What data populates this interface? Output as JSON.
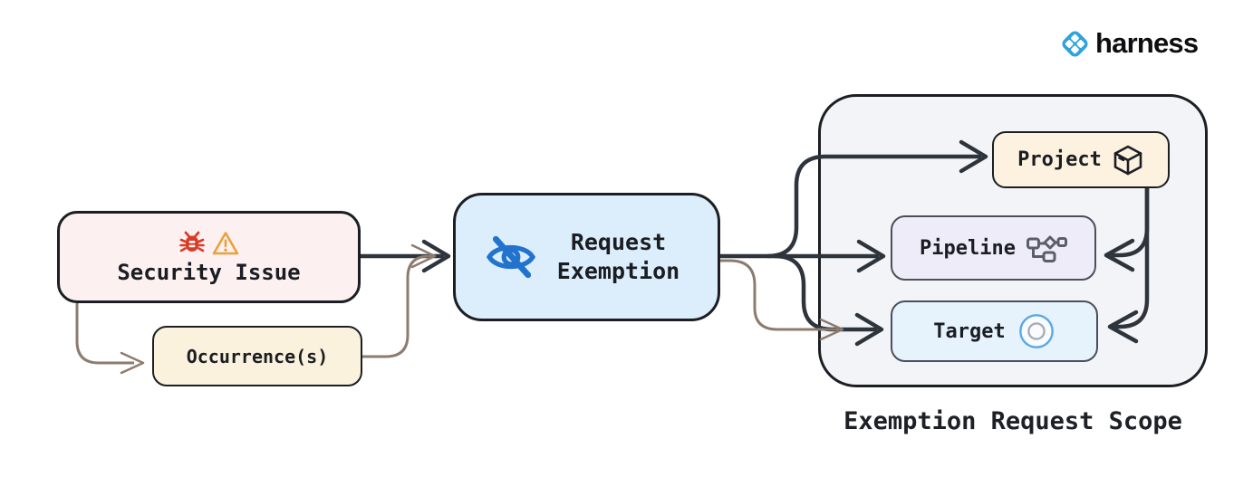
{
  "header": {
    "brand": "harness"
  },
  "diagram": {
    "nodes": {
      "security_issue": {
        "label": "Security Issue",
        "icons": [
          "bug-icon",
          "warning-icon"
        ]
      },
      "occurrences": {
        "label": "Occurrence(s)"
      },
      "request_exemption": {
        "label": "Request Exemption",
        "icon": "eye-off-icon"
      },
      "project": {
        "label": "Project",
        "icon": "package-icon"
      },
      "pipeline": {
        "label": "Pipeline",
        "icon": "pipeline-icon"
      },
      "target": {
        "label": "Target",
        "icon": "target-icon"
      }
    },
    "scope_caption": "Exemption Request Scope",
    "edges": [
      {
        "from": "security_issue",
        "to": "request_exemption",
        "color": "dark"
      },
      {
        "from": "security_issue",
        "to": "occurrences",
        "color": "brown"
      },
      {
        "from": "occurrences",
        "to": "request_exemption",
        "color": "brown"
      },
      {
        "from": "request_exemption",
        "to": "project",
        "color": "dark"
      },
      {
        "from": "request_exemption",
        "to": "pipeline",
        "color": "dark"
      },
      {
        "from": "request_exemption",
        "to": "target",
        "color": "dark"
      },
      {
        "from": "occurrences",
        "to": "target",
        "color": "brown"
      },
      {
        "from": "project",
        "to": "pipeline",
        "color": "dark"
      },
      {
        "from": "project",
        "to": "target",
        "color": "dark"
      }
    ]
  },
  "colors": {
    "arrow_dark": "#2e343c",
    "arrow_brown": "#8d7b6f",
    "border_dark": "#1b1e23",
    "border_gray": "#4a4f5a",
    "fill_security": "#fcf1f0",
    "fill_occurrence": "#fbf2de",
    "fill_exemption": "#dcedfb",
    "fill_project": "#fdf2e0",
    "fill_pipeline": "#efecf9",
    "fill_target": "#e6f3fd",
    "fill_scope": "#f3f4f7",
    "icon_blue": "#2173cd",
    "icon_red": "#da3b26",
    "icon_orange": "#e8a23d",
    "brand_blue": "#2ea3dd",
    "pipeline_icon_gray": "#5a5e68",
    "target_outer_blue": "#5aa7e8",
    "target_inner_gray": "#a9adb3"
  }
}
